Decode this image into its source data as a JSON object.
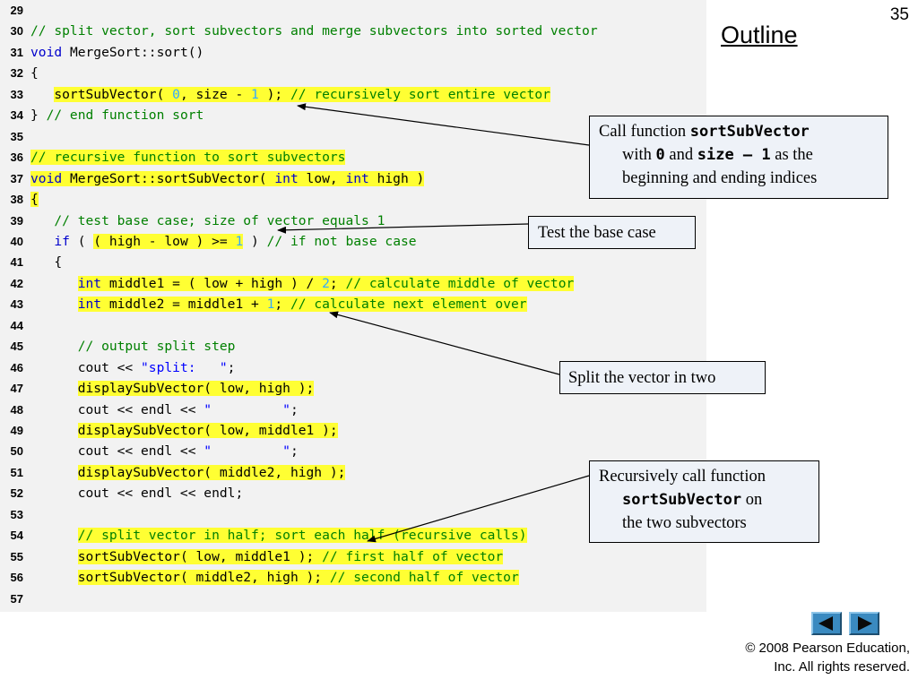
{
  "page_number": "35",
  "outline_label": "Outline",
  "code_lines": [
    {
      "num": "29",
      "tokens": []
    },
    {
      "num": "30",
      "tokens": [
        {
          "t": "// split vector, sort subvectors and merge subvectors into sorted vector",
          "c": "c"
        }
      ]
    },
    {
      "num": "31",
      "tokens": [
        {
          "t": "void",
          "c": "k"
        },
        {
          "t": " MergeSort::sort()",
          "c": "p"
        }
      ]
    },
    {
      "num": "32",
      "tokens": [
        {
          "t": "{",
          "c": "p"
        }
      ]
    },
    {
      "num": "33",
      "tokens": [
        {
          "t": "   ",
          "c": "p"
        },
        {
          "t": "sortSubVector( ",
          "c": "p",
          "h": true
        },
        {
          "t": "0",
          "c": "n",
          "h": true
        },
        {
          "t": ", size - ",
          "c": "p",
          "h": true
        },
        {
          "t": "1",
          "c": "n",
          "h": true
        },
        {
          "t": " ); ",
          "c": "p",
          "h": true
        },
        {
          "t": "// recursively sort entire vector",
          "c": "c",
          "h": true
        }
      ]
    },
    {
      "num": "34",
      "tokens": [
        {
          "t": "} ",
          "c": "p"
        },
        {
          "t": "// end function sort",
          "c": "c"
        }
      ]
    },
    {
      "num": "35",
      "tokens": []
    },
    {
      "num": "36",
      "tokens": [
        {
          "t": "// recursive function to sort subvectors",
          "c": "c",
          "h": true
        }
      ]
    },
    {
      "num": "37",
      "tokens": [
        {
          "t": "void",
          "c": "k",
          "h": true
        },
        {
          "t": " MergeSort::sortSubVector( ",
          "c": "p",
          "h": true
        },
        {
          "t": "int",
          "c": "k",
          "h": true
        },
        {
          "t": " low, ",
          "c": "p",
          "h": true
        },
        {
          "t": "int",
          "c": "k",
          "h": true
        },
        {
          "t": " high )",
          "c": "p",
          "h": true
        }
      ]
    },
    {
      "num": "38",
      "tokens": [
        {
          "t": "{",
          "c": "p",
          "h": true
        }
      ]
    },
    {
      "num": "39",
      "tokens": [
        {
          "t": "   ",
          "c": "p"
        },
        {
          "t": "// test base case; size of vector equals 1",
          "c": "c"
        }
      ]
    },
    {
      "num": "40",
      "tokens": [
        {
          "t": "   ",
          "c": "p"
        },
        {
          "t": "if",
          "c": "k"
        },
        {
          "t": " ( ",
          "c": "p"
        },
        {
          "t": "( high - low ) >= ",
          "c": "p",
          "h": true
        },
        {
          "t": "1",
          "c": "n",
          "h": true
        },
        {
          "t": " ) ",
          "c": "p"
        },
        {
          "t": "// if not base case",
          "c": "c"
        }
      ]
    },
    {
      "num": "41",
      "tokens": [
        {
          "t": "   {",
          "c": "p"
        }
      ]
    },
    {
      "num": "42",
      "tokens": [
        {
          "t": "      ",
          "c": "p"
        },
        {
          "t": "int",
          "c": "k",
          "h": true
        },
        {
          "t": " middle1 = ( low + high ) / ",
          "c": "p",
          "h": true
        },
        {
          "t": "2",
          "c": "n",
          "h": true
        },
        {
          "t": "; ",
          "c": "p",
          "h": true
        },
        {
          "t": "// calculate middle of vector",
          "c": "c",
          "h": true
        }
      ]
    },
    {
      "num": "43",
      "tokens": [
        {
          "t": "      ",
          "c": "p"
        },
        {
          "t": "int",
          "c": "k",
          "h": true
        },
        {
          "t": " middle2 = middle1 + ",
          "c": "p",
          "h": true
        },
        {
          "t": "1",
          "c": "n",
          "h": true
        },
        {
          "t": "; ",
          "c": "p",
          "h": true
        },
        {
          "t": "// calculate next element over",
          "c": "c",
          "h": true
        }
      ]
    },
    {
      "num": "44",
      "tokens": []
    },
    {
      "num": "45",
      "tokens": [
        {
          "t": "      ",
          "c": "p"
        },
        {
          "t": "// output split step",
          "c": "c"
        }
      ]
    },
    {
      "num": "46",
      "tokens": [
        {
          "t": "      cout << ",
          "c": "p"
        },
        {
          "t": "\"split:   \"",
          "c": "s"
        },
        {
          "t": ";",
          "c": "p"
        }
      ]
    },
    {
      "num": "47",
      "tokens": [
        {
          "t": "      ",
          "c": "p"
        },
        {
          "t": "displaySubVector( low, high );",
          "c": "p",
          "h": true
        }
      ]
    },
    {
      "num": "48",
      "tokens": [
        {
          "t": "      cout << endl << ",
          "c": "p"
        },
        {
          "t": "\"         \"",
          "c": "s"
        },
        {
          "t": ";",
          "c": "p"
        }
      ]
    },
    {
      "num": "49",
      "tokens": [
        {
          "t": "      ",
          "c": "p"
        },
        {
          "t": "displaySubVector( low, middle1 );",
          "c": "p",
          "h": true
        }
      ]
    },
    {
      "num": "50",
      "tokens": [
        {
          "t": "      cout << endl << ",
          "c": "p"
        },
        {
          "t": "\"         \"",
          "c": "s"
        },
        {
          "t": ";",
          "c": "p"
        }
      ]
    },
    {
      "num": "51",
      "tokens": [
        {
          "t": "      ",
          "c": "p"
        },
        {
          "t": "displaySubVector( middle2, high );",
          "c": "p",
          "h": true
        }
      ]
    },
    {
      "num": "52",
      "tokens": [
        {
          "t": "      cout << endl << endl;",
          "c": "p"
        }
      ]
    },
    {
      "num": "53",
      "tokens": []
    },
    {
      "num": "54",
      "tokens": [
        {
          "t": "      ",
          "c": "p"
        },
        {
          "t": "// split vector in half; sort each half (recursive calls)",
          "c": "c",
          "h": true
        }
      ]
    },
    {
      "num": "55",
      "tokens": [
        {
          "t": "      ",
          "c": "p"
        },
        {
          "t": "sortSubVector( low, middle1 ); ",
          "c": "p",
          "h": true
        },
        {
          "t": "// first half of vector",
          "c": "c",
          "h": true
        }
      ]
    },
    {
      "num": "56",
      "tokens": [
        {
          "t": "      ",
          "c": "p"
        },
        {
          "t": "sortSubVector( middle2, high ); ",
          "c": "p",
          "h": true
        },
        {
          "t": "// second half of vector",
          "c": "c",
          "h": true
        }
      ]
    },
    {
      "num": "57",
      "tokens": []
    }
  ],
  "callouts": {
    "call_sort": {
      "line1_prefix": "Call function ",
      "func_name": "sortSubVector",
      "line2_prefix": "with ",
      "arg_zero": "0",
      "line2_and": " and ",
      "arg_size": "size – 1",
      "line2_suffix": " as the",
      "line3": "beginning and ending indices"
    },
    "base_case": {
      "text": "Test the base case"
    },
    "split": {
      "text": "Split the vector in two"
    },
    "recursive": {
      "line1": "Recursively call function",
      "func_name": "sortSubVector",
      "line2_suffix": " on",
      "line3": "the two subvectors"
    }
  },
  "nav": {
    "prev_icon": "triangle-left-icon",
    "next_icon": "triangle-right-icon"
  },
  "copyright": {
    "line1": "© 2008 Pearson Education,",
    "line2": "Inc.  All rights reserved."
  },
  "colors": {
    "comment": "#008000",
    "keyword": "#0000cc",
    "number": "#33aaff",
    "string": "#0000ff",
    "highlight": "#ffff33",
    "callout_bg": "#eef2f8",
    "nav_button": "#3a8ac0"
  }
}
